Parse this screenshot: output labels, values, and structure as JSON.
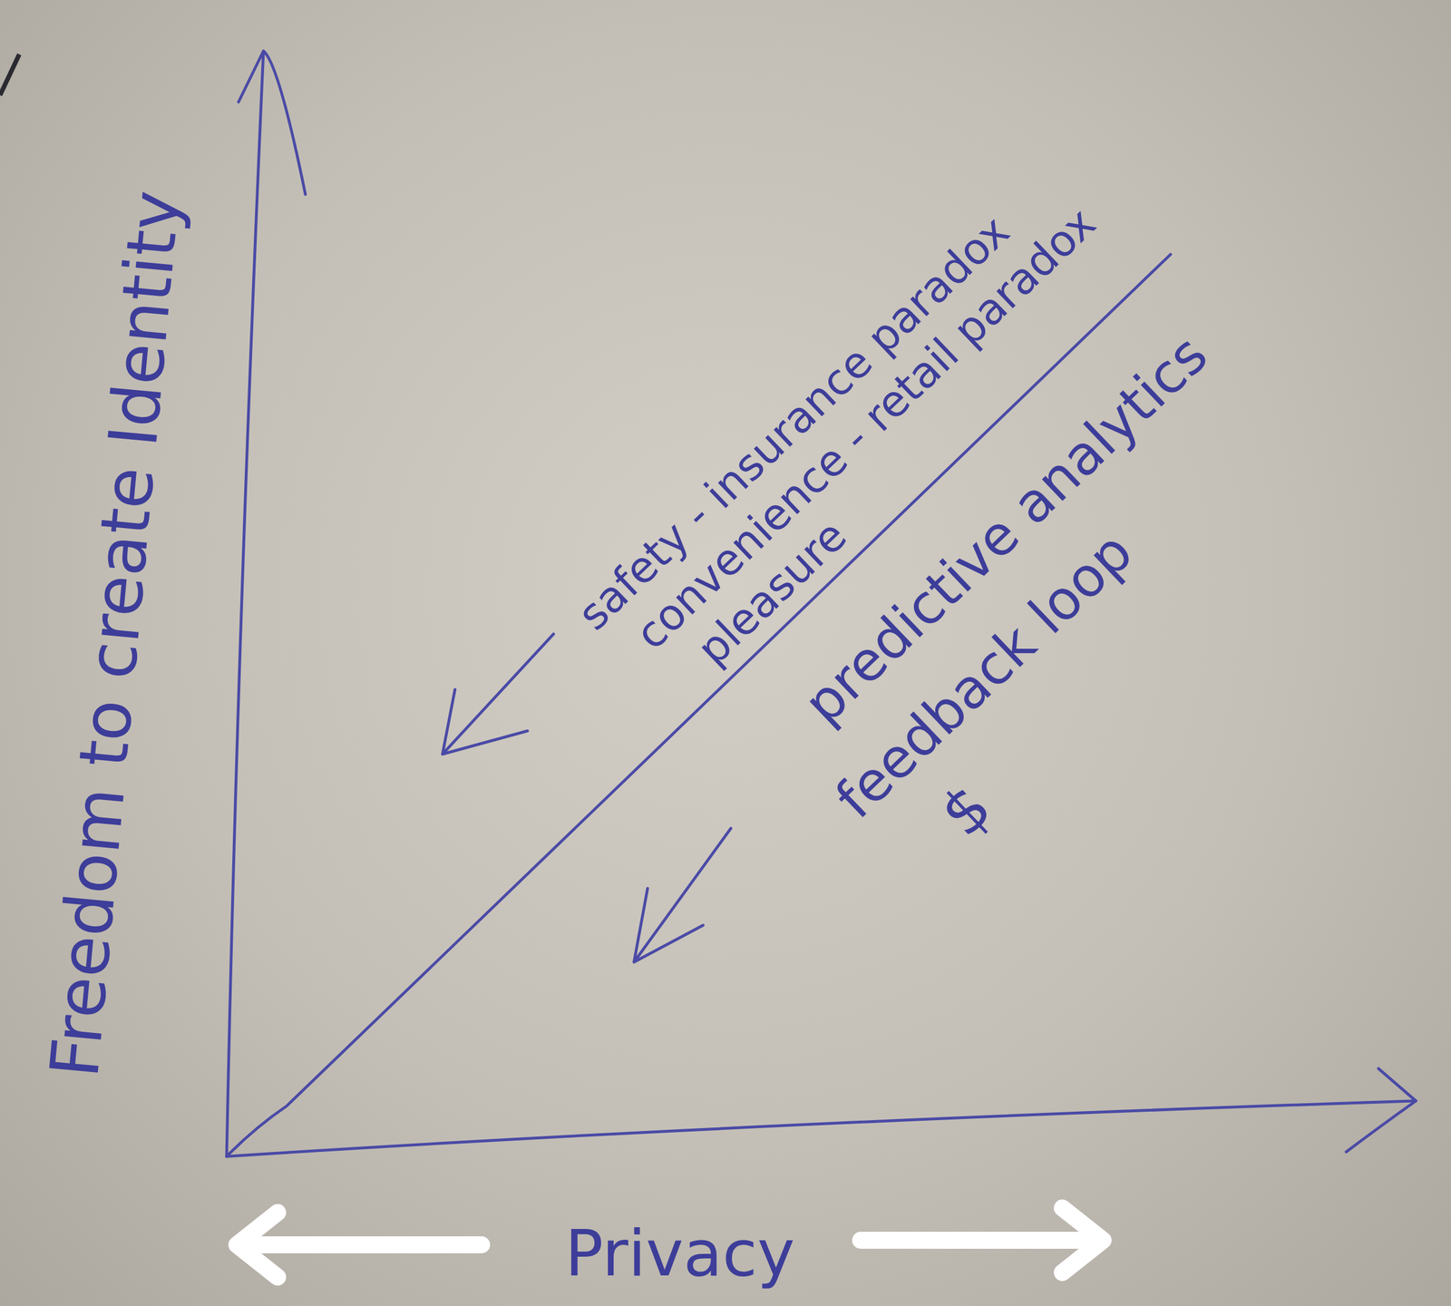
{
  "diagram": {
    "labels": [
      "Freedom to create Identity",
      "safety - insurance paradox",
      "convenience - retail paradox",
      "pleasure",
      "predictive analytics",
      "feedback loop",
      "$",
      "Privacy"
    ]
  }
}
